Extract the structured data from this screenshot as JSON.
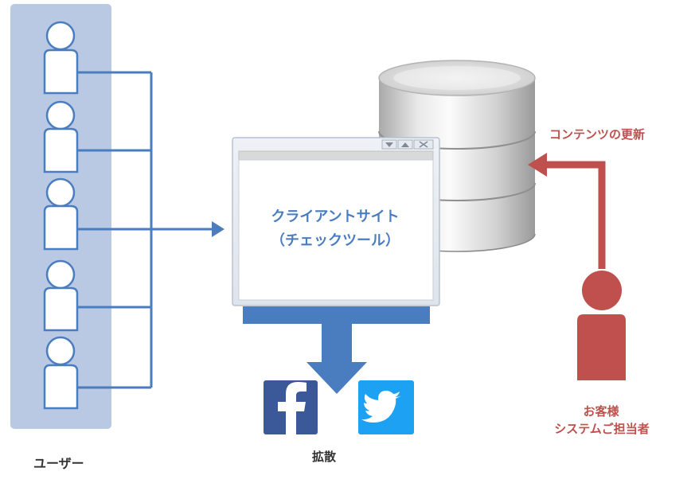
{
  "labels": {
    "users": "ユーザー",
    "client_site": "クライアントサイト",
    "check_tool": "（チェックツール）",
    "spread": "拡散",
    "content_update": "コンテンツの更新",
    "customer_line1": "お客様",
    "customer_line2": "システムご担当者"
  },
  "users": {
    "count": 5
  },
  "icons": [
    "user-icon",
    "database-icon",
    "browser-window-icon",
    "facebook-icon",
    "twitter-icon",
    "customer-icon"
  ],
  "colors": {
    "user_panel": "#b9c9e3",
    "connector": "#4a7dbf",
    "arrow_down": "#4a7dbf",
    "customer": "#c0504d",
    "facebook": "#3b5998",
    "twitter": "#1da1f2"
  }
}
